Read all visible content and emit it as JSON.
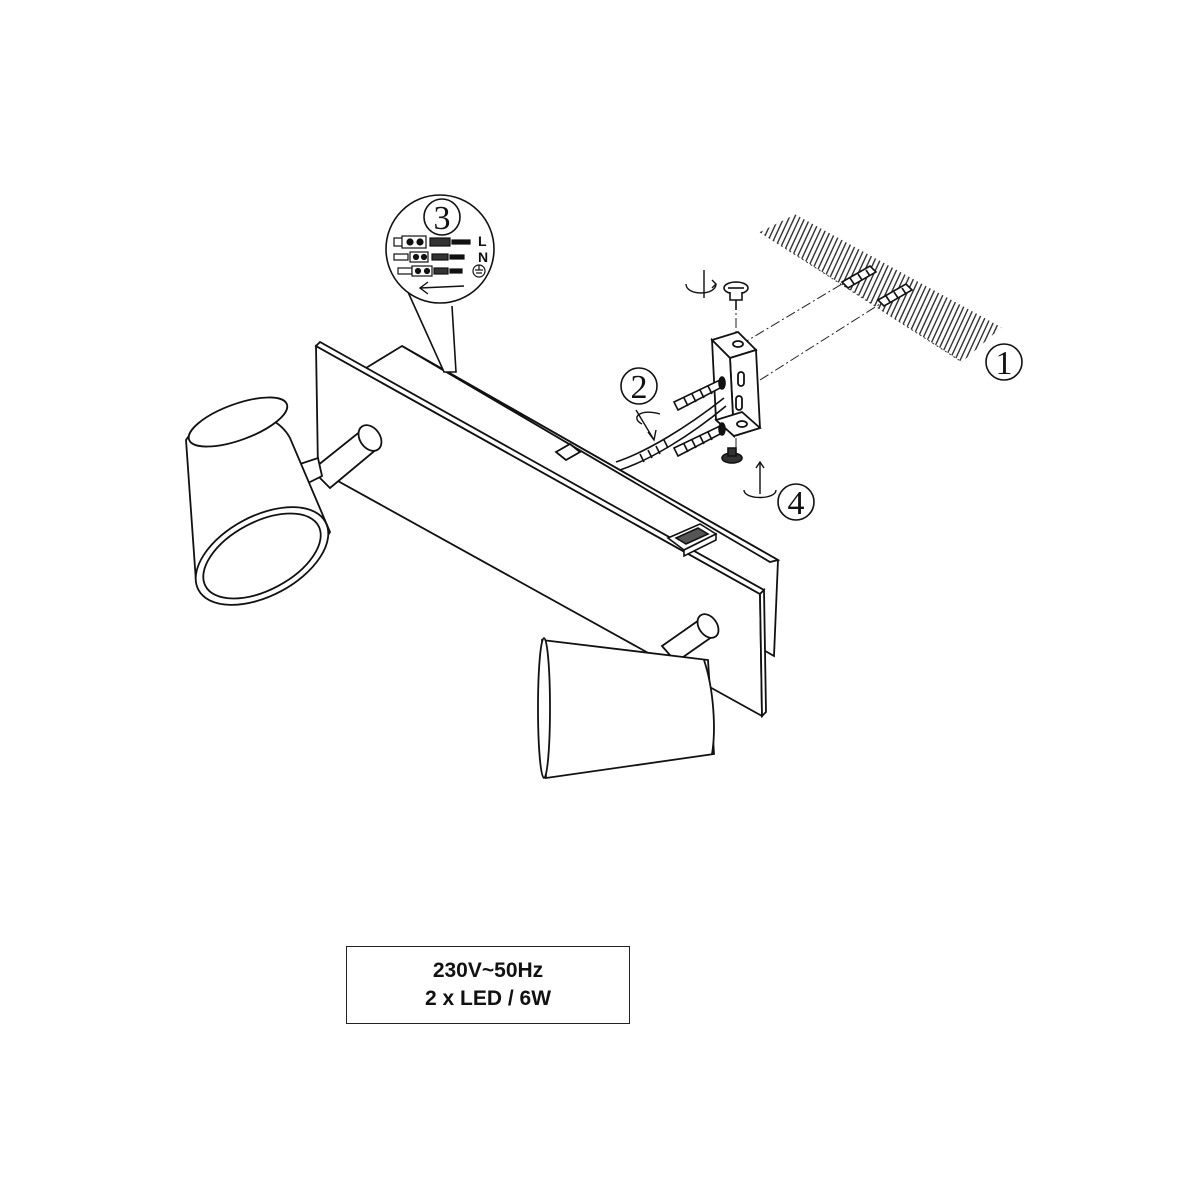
{
  "steps": {
    "step1": "1",
    "step2": "2",
    "step3": "3",
    "step4": "4"
  },
  "wiring": {
    "live": "L",
    "neutral": "N"
  },
  "spec": {
    "voltage": "230V~50Hz",
    "lamps": "2 x LED / 6W"
  }
}
